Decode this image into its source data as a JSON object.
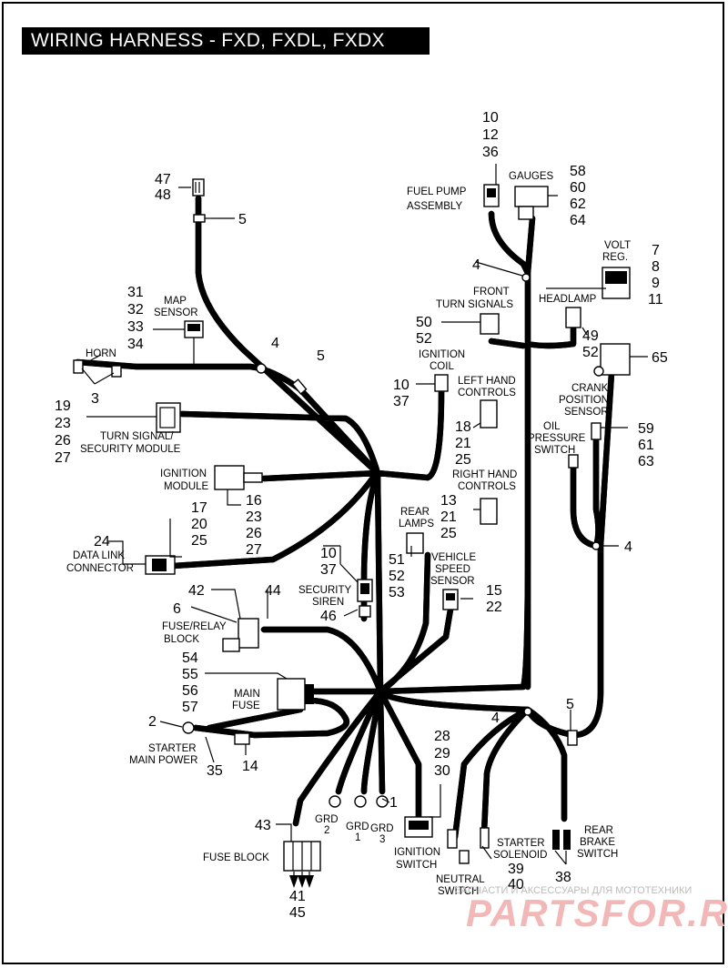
{
  "title": "WIRING HARNESS - FXD, FXDL, FXDX",
  "watermark": {
    "line1": "ЗАПЧАСТИ И АКСЕССУАРЫ ДЛЯ МОТОТЕХНИКИ",
    "line2": "PARTSFOR.RU"
  },
  "labels": {
    "horn": "HORN",
    "map_sensor_1": "MAP",
    "map_sensor_2": "SENSOR",
    "turn_signal_1": "TURN SIGNAL/",
    "turn_signal_2": "SECURITY MODULE",
    "ignition_module_1": "IGNITION",
    "ignition_module_2": "MODULE",
    "data_link_1": "DATA LINK",
    "data_link_2": "CONNECTOR",
    "fuse_relay_1": "FUSE/RELAY",
    "fuse_relay_2": "BLOCK",
    "main_fuse_1": "MAIN",
    "main_fuse_2": "FUSE",
    "starter_main_1": "STARTER",
    "starter_main_2": "MAIN POWER",
    "fuse_block": "FUSE BLOCK",
    "grd1": "GRD",
    "grd1_n": "1",
    "grd2": "GRD",
    "grd2_n": "2",
    "grd3": "GRD",
    "grd3_n": "3",
    "ignition_switch_1": "IGNITION",
    "ignition_switch_2": "SWITCH",
    "neutral_switch_1": "NEUTRAL",
    "neutral_switch_2": "SWITCH",
    "starter_solenoid_1": "STARTER",
    "starter_solenoid_2": "SOLENOID",
    "rear_brake_1": "REAR",
    "rear_brake_2": "BRAKE",
    "rear_brake_3": "SWITCH",
    "fuel_pump_1": "FUEL PUMP",
    "fuel_pump_2": "ASSEMBLY",
    "gauges": "GAUGES",
    "front_turn_1": "FRONT",
    "front_turn_2": "TURN SIGNALS",
    "headlamp": "HEADLAMP",
    "volt_reg_1": "VOLT",
    "volt_reg_2": "REG.",
    "ignition_coil_1": "IGNITION",
    "ignition_coil_2": "COIL",
    "left_controls_1": "LEFT HAND",
    "left_controls_2": "CONTROLS",
    "crank_1": "CRANK",
    "crank_2": "POSITION",
    "crank_3": "SENSOR",
    "oil_1": "OIL",
    "oil_2": "PRESSURE",
    "oil_3": "SWITCH",
    "right_controls_1": "RIGHT HAND",
    "right_controls_2": "CONTROLS",
    "rear_lamps_1": "REAR",
    "rear_lamps_2": "LAMPS",
    "vss_1": "VEHICLE",
    "vss_2": "SPEED",
    "vss_3": "SENSOR",
    "security_siren_1": "SECURITY",
    "security_siren_2": "SIREN"
  },
  "callouts": {
    "c47": "47",
    "c48": "48",
    "c5a": "5",
    "c31": "31",
    "c32": "32",
    "c33": "33",
    "c34": "34",
    "c4a": "4",
    "c5b": "5",
    "c3": "3",
    "c19": "19",
    "c23a": "23",
    "c26a": "26",
    "c27a": "27",
    "c16": "16",
    "c23b": "23",
    "c26b": "26",
    "c27b": "27",
    "c17": "17",
    "c20": "20",
    "c25a": "25",
    "c24": "24",
    "c10a": "10",
    "c37a": "37",
    "c46": "46",
    "c42": "42",
    "c6": "6",
    "c44": "44",
    "c54": "54",
    "c55": "55",
    "c56": "56",
    "c57": "57",
    "c2": "2",
    "c14": "14",
    "c35": "35",
    "c43": "43",
    "c41": "41",
    "c45": "45",
    "c1": "1",
    "c28": "28",
    "c29": "29",
    "c30": "30",
    "c10b": "10",
    "c12": "12",
    "c36": "36",
    "c58": "58",
    "c60": "60",
    "c62": "62",
    "c64": "64",
    "c7": "7",
    "c8": "8",
    "c9": "9",
    "c11": "11",
    "c4b": "4",
    "c50": "50",
    "c52a": "52",
    "c49": "49",
    "c52b": "52",
    "c65": "65",
    "c10c": "10",
    "c37b": "37",
    "c18": "18",
    "c21a": "21",
    "c25b": "25",
    "c59": "59",
    "c61": "61",
    "c63": "63",
    "c13": "13",
    "c21b": "21",
    "c25c": "25",
    "c4c": "4",
    "c51": "51",
    "c52c": "52",
    "c53": "53",
    "c15": "15",
    "c22": "22",
    "c4d": "4",
    "c5c": "5",
    "c39": "39",
    "c40": "40",
    "c38": "38"
  }
}
